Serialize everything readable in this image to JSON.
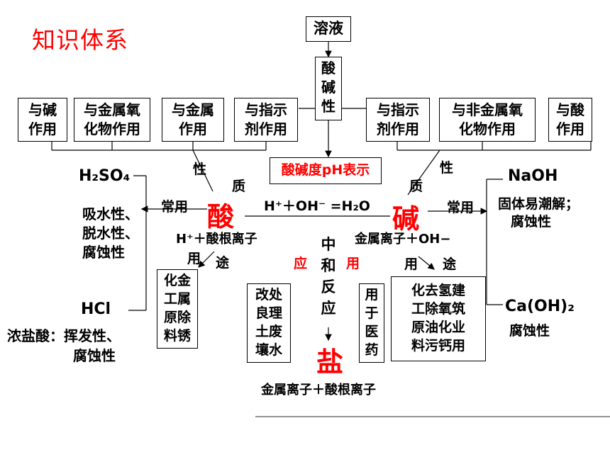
{
  "title": "知识体系",
  "top_box": "溶液",
  "center_box_chars": [
    "酸",
    "碱",
    "性"
  ],
  "ph_box": "酸碱度pH表示",
  "acid_props": [
    {
      "line1": "与碱",
      "line2": "作用"
    },
    {
      "line1": "与金属氧",
      "line2": "化物作用"
    },
    {
      "line1": "与金属",
      "line2": "作用"
    },
    {
      "line1": "与指示",
      "line2": "剂作用"
    }
  ],
  "base_props": [
    {
      "line1": "与指示",
      "line2": "剂作用"
    },
    {
      "line1": "与非金属氧",
      "line2": "化物作用"
    },
    {
      "line1": "与酸",
      "line2": "作用"
    }
  ],
  "label_xing_left": "性",
  "label_zhi_left": "质",
  "label_xing_right": "性",
  "label_zhi_right": "质",
  "acid_big": "酸",
  "base_big": "碱",
  "salt_big": "盐",
  "equation": "H⁺＋OH⁻ =H₂O",
  "h2so4": "H₂SO₄",
  "h2so4_props": [
    "吸水性、",
    "脱水性、",
    "腐蚀性"
  ],
  "changyong_left": "常用",
  "changyong_right": "常用",
  "hcl": "HCl",
  "hcl_props": [
    "浓盐酸：挥发性、",
    "腐蚀性"
  ],
  "naoh": "NaOH",
  "naoh_props": [
    "固体易潮解；",
    "腐蚀性"
  ],
  "caoh2": "Ca(OH)₂",
  "caoh2_props": [
    "腐蚀性"
  ],
  "acid_ion": "H⁺＋酸根离子",
  "base_ion": "金属离子＋OH−",
  "acid_yong": "用",
  "acid_tu": "途",
  "base_yong": "用",
  "base_tu": "途",
  "acid_use_chars": [
    "化金",
    "工属",
    "原除",
    "料锈"
  ],
  "neutral_chars": [
    "中",
    "和",
    "反",
    "应"
  ],
  "ying": "应",
  "yong_red": "用",
  "soil_chars": [
    "改处",
    "良理",
    "土废",
    "壤水"
  ],
  "medicine_chars": [
    "用",
    "于",
    "医",
    "药"
  ],
  "base_use_chars": [
    "化去氢建",
    "工除氧筑",
    "原油化业",
    "料污钙用"
  ],
  "salt_ion": "金属离子＋酸根离子"
}
